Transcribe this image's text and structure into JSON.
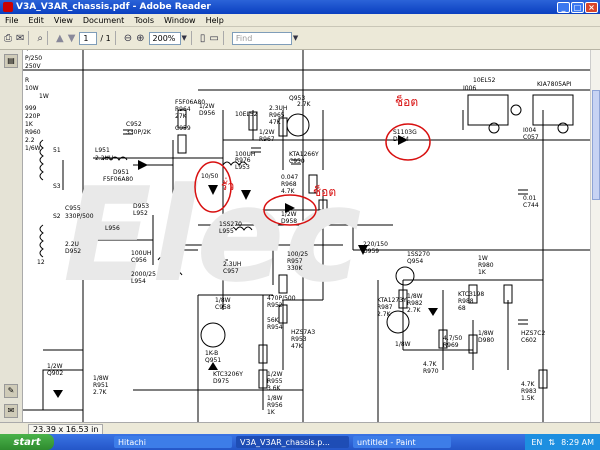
{
  "window": {
    "title": "V3A_V3AR_chassis.pdf - Adobe Reader"
  },
  "menu": [
    "File",
    "Edit",
    "View",
    "Document",
    "Tools",
    "Window",
    "Help"
  ],
  "toolbar": {
    "page_current": "1",
    "page_total": "/ 1",
    "zoom": "200%",
    "find_placeholder": "Find"
  },
  "status": {
    "page_size": "23.39 x 16.53 in"
  },
  "taskbar": {
    "start_label": "start",
    "tasks": [
      "Hitachi",
      "V3A_V3AR_chassis.p...",
      "untitled - Paint"
    ],
    "lang": "EN",
    "clock": "8:29 AM"
  },
  "schematic": {
    "annotations": [
      "ช็อต",
      "ช็อต",
      "รั่ว"
    ],
    "labels": [
      "P/250",
      "250V",
      "R",
      "10W",
      "1W",
      "999",
      "220P",
      "1K",
      "R960",
      "2.2",
      "1/6W",
      "51",
      "S3",
      "S2",
      "12",
      "L951",
      "2.2UH",
      "C952",
      "330P/2K",
      "D951",
      "F5F06A80",
      "C955",
      "330P/500",
      "L956",
      "2.2U",
      "D952",
      "F5F06A80",
      "R964",
      "27K",
      "1/2W",
      "D956",
      "10EL52",
      "C959",
      "R976",
      "L953",
      "100UH",
      "10/50",
      "D953",
      "L952",
      "2.3UH",
      "R965",
      "47K",
      "1/2W",
      "R967",
      "2.7K",
      "Q953",
      "KTA1266Y",
      "C950",
      "0.047",
      "R968",
      "4.7K",
      "1/2W",
      "D958",
      "1SS270",
      "L955",
      "100UH",
      "C956",
      "2000/25",
      "L954",
      "2.3UH",
      "C957",
      "100/25",
      "R957",
      "330K",
      "1/8W",
      "C958",
      "470P/500",
      "R952",
      "56K",
      "R954",
      "1K-B",
      "Q951",
      "KTC3206Y",
      "D975",
      "HZS7A3",
      "R953",
      "47K",
      "1/2W",
      "R955",
      "3.6K",
      "1/8W",
      "R956",
      "1K",
      "1/8W",
      "R951",
      "2.7K",
      "1/2W",
      "Q902",
      "S1103G",
      "D964",
      "10EL52",
      "I006",
      "KIA7805API",
      "I004",
      "C057",
      "0.01",
      "C744",
      "220/150",
      "D959",
      "1SS270",
      "Q954",
      "KTA1273Y",
      "R987",
      "2.7K",
      "1/8W",
      "R982",
      "2.7K",
      "1/8W",
      "KTC3198",
      "R988",
      "68",
      "1W",
      "R980",
      "1K",
      "1/8W",
      "D980",
      "HZS7C2",
      "C602",
      "4.7/50",
      "R969",
      "4.7K",
      "R970",
      "4.7K",
      "R983",
      "1.5K",
      "1/8W"
    ]
  },
  "colors": {
    "annotation": "#d81010",
    "title_bar": "#0a3fc0",
    "taskbar": "#2456c8"
  }
}
